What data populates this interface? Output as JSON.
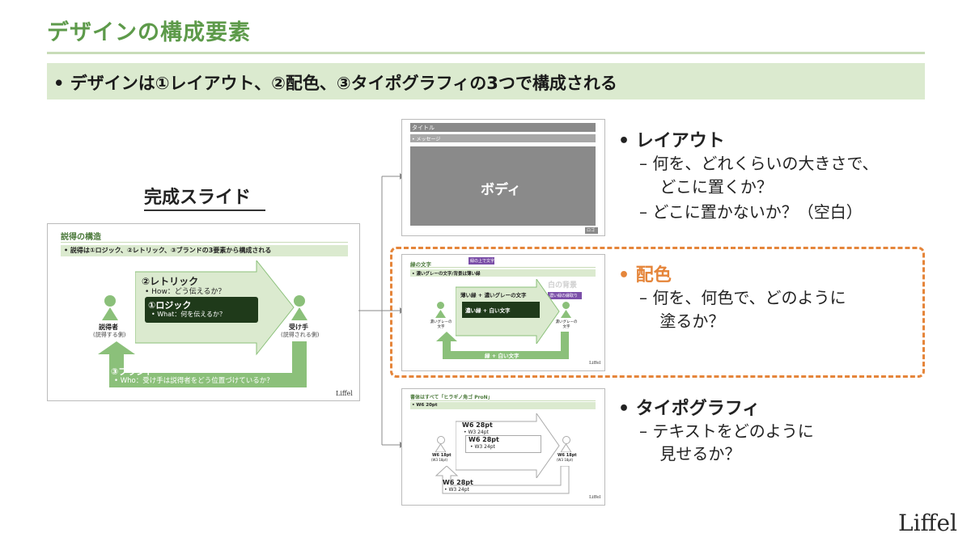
{
  "header": {
    "title": "デザインの構成要素",
    "subtitle": "•  デザインは①レイアウト、②配色、③タイポグラフィの3つで構成される"
  },
  "left": {
    "heading": "完成スライド",
    "slide": {
      "title": "説得の構造",
      "bar": "•  説得は①ロジック、②レトリック、③ブランドの3要素から構成される",
      "rhetoric": "②レトリック",
      "rhetoric_sub": "•  How：どう伝えるか？",
      "logic": "①ロジック",
      "logic_sub": "•  What：何を伝えるか？",
      "persuader": "説得者",
      "persuader_sub": "(説得する側)",
      "receiver": "受け手",
      "receiver_sub": "(説得される側)",
      "brand": "③ブランド",
      "brand_sub": "•  Who：受け手は説得者をどう位置づけているか？",
      "logo": "Liffel"
    }
  },
  "layout_thumb": {
    "title": "タイトル",
    "message": "•  メッセージ",
    "body": "ボディ",
    "logo": "ロゴ"
  },
  "color_thumb": {
    "title": "緑の文字",
    "tag_top": "緑の上で文字",
    "bar": "•  濃いグレーの文字/背景は薄い緑",
    "bg_label": "白の背景",
    "bg_tag": "濃い緑の縁取り",
    "arrow_text": "薄い緑 + 濃いグレーの文字",
    "inner_text": "濃い緑 + 白い文字",
    "left_person": "濃いグレーの文字",
    "right_person": "濃いグレーの文字",
    "bottom_text": "緑 + 白い文字",
    "logo": "Liffel"
  },
  "typo_thumb": {
    "title": "書体はすべて「ヒラギノ角ゴ ProN」",
    "bar": "•  W6 20pt",
    "big1": "W6 28pt",
    "small1": "•  W3 24pt",
    "big2": "W6 28pt",
    "small2": "•  W3 24pt",
    "left_person": "W6 18pt",
    "left_person_sub": "(W3 18pt)",
    "right_person": "W6 18pt",
    "right_person_sub": "(W3 18pt)",
    "big3": "W6 28pt",
    "small3": "•  W3 24pt",
    "logo": "Liffel"
  },
  "right": {
    "layout_label": "•  レイアウト",
    "layout_lines": [
      "–  何を、どれくらいの大きさで、",
      "    どこに置くか？",
      "–  どこに置かないか？（空白）"
    ],
    "color_label": "•  配色",
    "color_lines": [
      "–  何を、何色で、どのように",
      "    塗るか？"
    ],
    "typo_label": "•  タイポグラフィ",
    "typo_lines": [
      "–  テキストをどのように",
      "    見せるか？"
    ]
  },
  "footer": {
    "logo": "Liffel"
  },
  "colors": {
    "green": "#5d9a4a",
    "light_green": "#dbeacf",
    "orange": "#e5853a",
    "dark_green": "#1f3a1a"
  }
}
